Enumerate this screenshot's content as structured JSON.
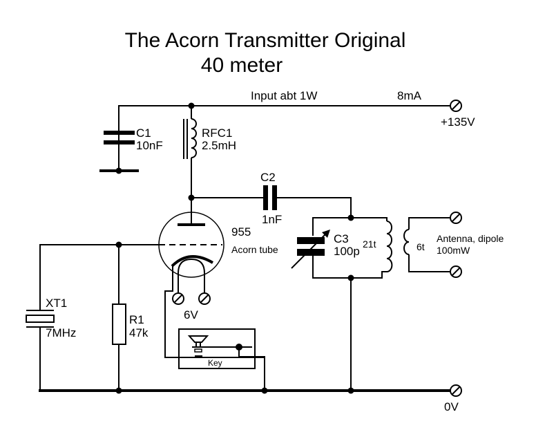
{
  "title": {
    "line1": "The Acorn Transmitter  Original",
    "line2": "40 meter"
  },
  "supply": {
    "power_note": "Input abt 1W",
    "current": "8mA",
    "voltage": "+135V"
  },
  "ground": {
    "label": "0V"
  },
  "components": {
    "c1": {
      "ref": "C1",
      "value": "10nF"
    },
    "rfc1": {
      "ref": "RFC1",
      "value": "2.5mH"
    },
    "c2": {
      "ref": "C2",
      "value": "1nF"
    },
    "c3": {
      "ref": "C3",
      "value": "100p"
    },
    "tube": {
      "type": "955",
      "name": "Acorn tube",
      "heater": "6V"
    },
    "xt1": {
      "ref": "XT1",
      "value": "7MHz"
    },
    "r1": {
      "ref": "R1",
      "value": "47k"
    },
    "primary_coil": {
      "turns": "21t"
    },
    "secondary_coil": {
      "turns": "6t"
    },
    "key": {
      "label": "Key"
    }
  },
  "antenna": {
    "label": "Antenna, dipole",
    "power": "100mW"
  }
}
